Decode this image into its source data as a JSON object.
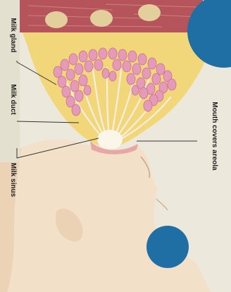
{
  "labels": {
    "milk_gland": "Milk gland",
    "milk_duct": "Milk duct",
    "milk_sinus": "Milk sinus",
    "mouth_covers_areola": "Mouth covers areola"
  },
  "colors": {
    "background": "#ece9dc",
    "muscle": "#b5545a",
    "fat": "#f1d67a",
    "gland_lobule": "#e59bb8",
    "skin": "#f3e0c8",
    "accent_circle": "#1f6fa5"
  }
}
